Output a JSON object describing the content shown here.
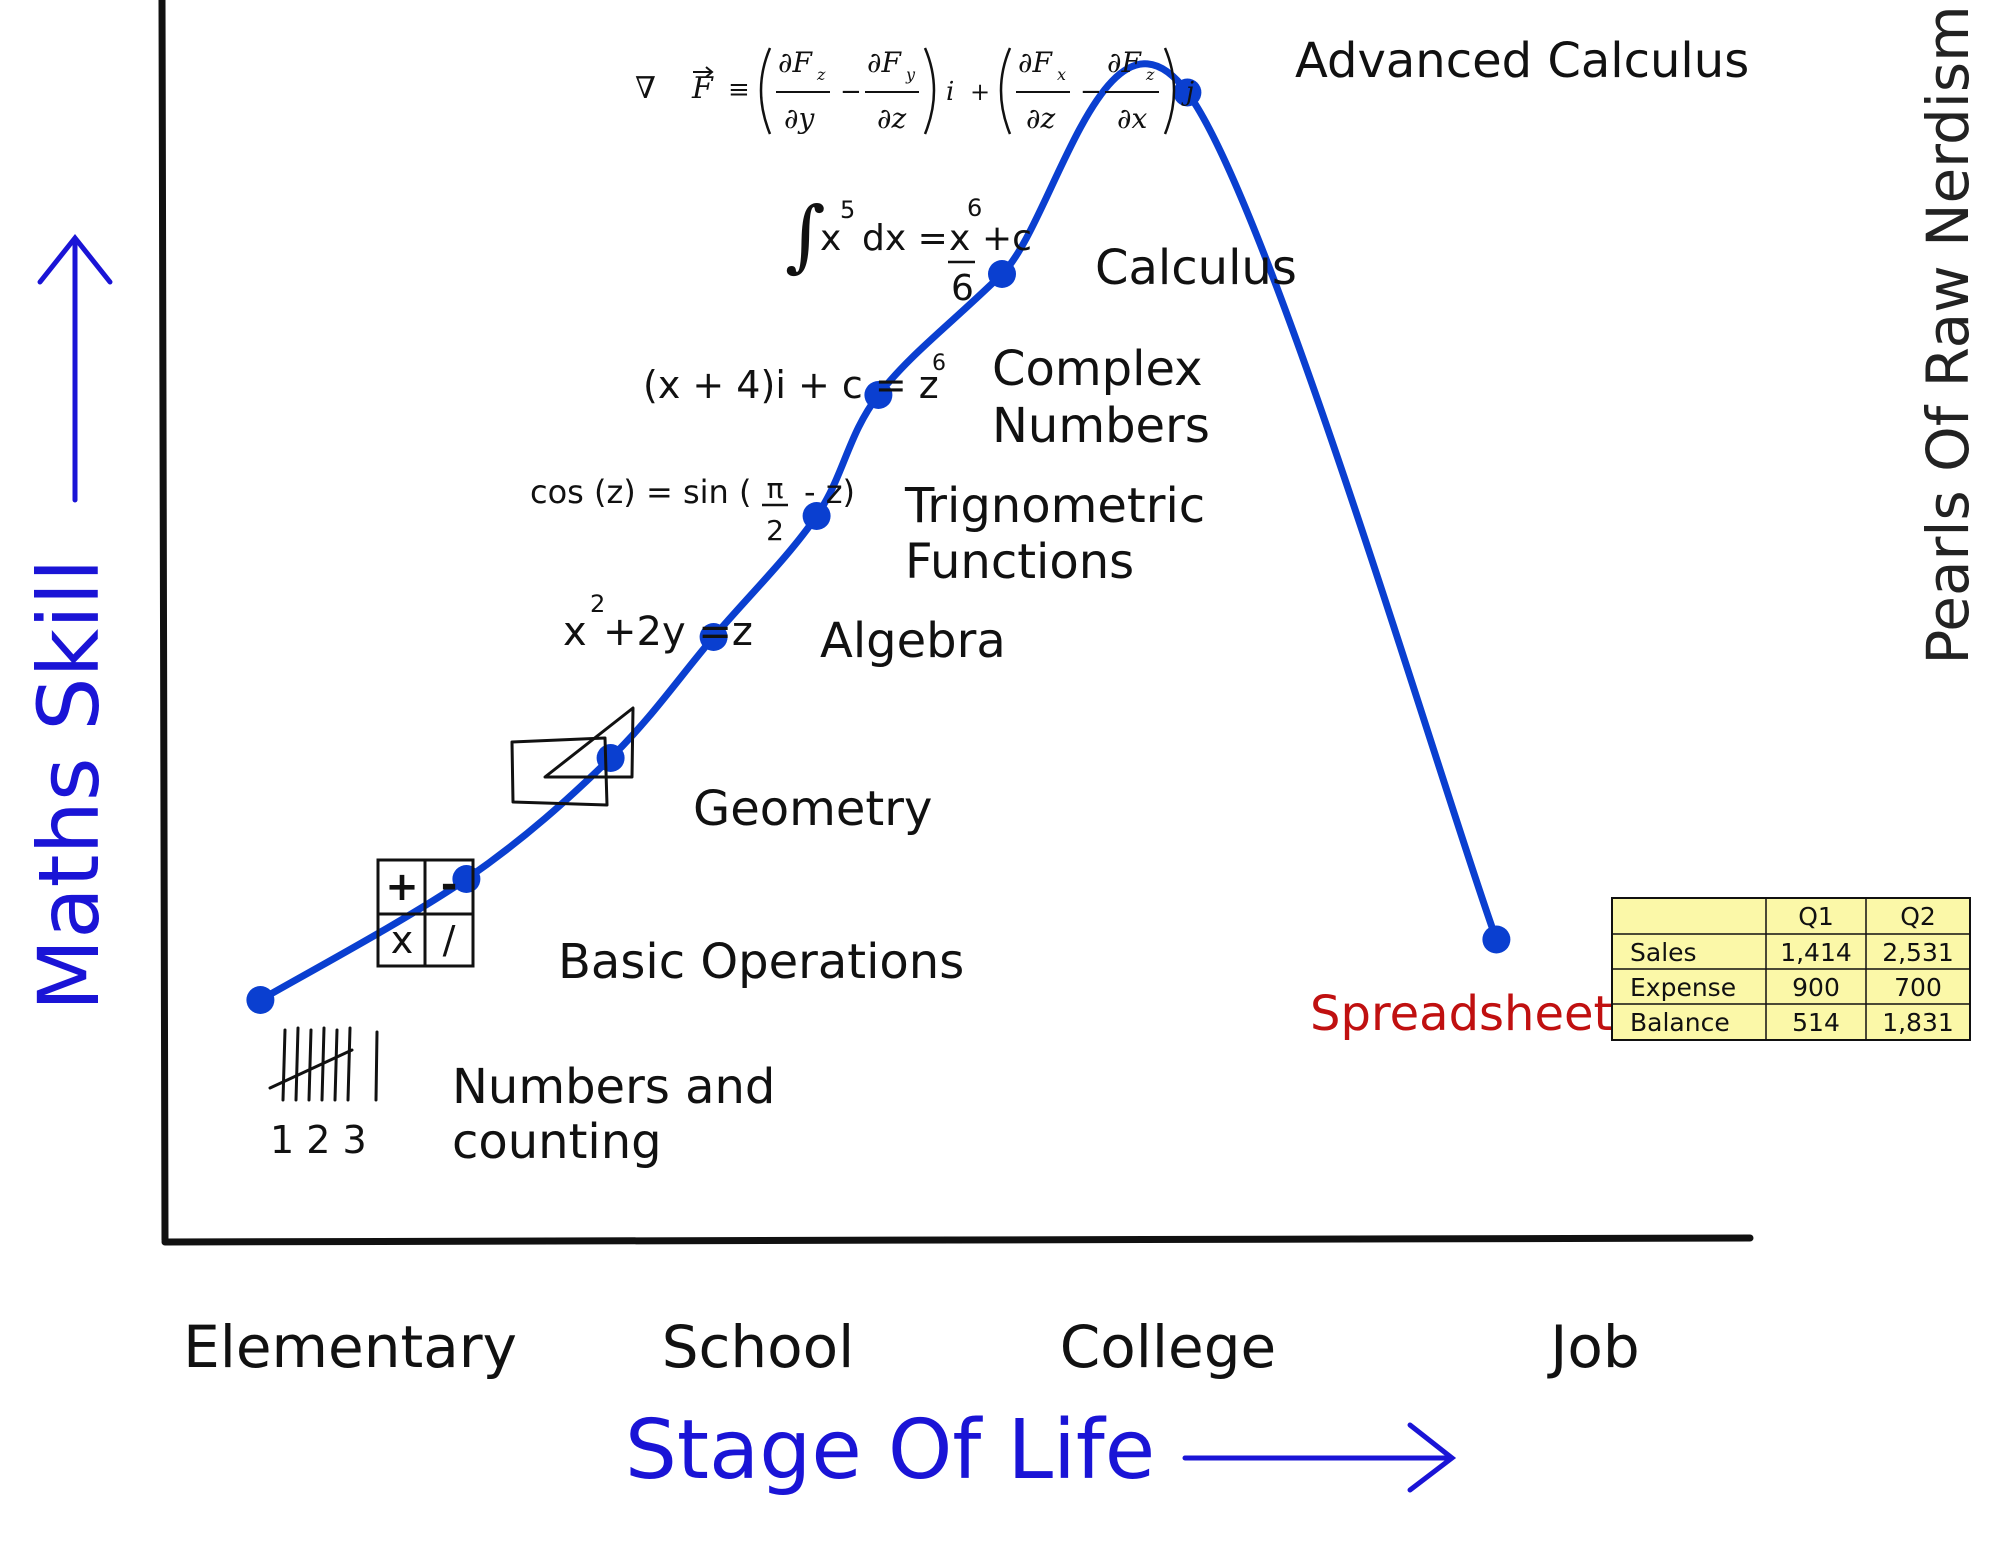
{
  "chart_data": {
    "type": "line",
    "x_axis_label": "Stage Of Life",
    "y_axis_label": "Maths Skill",
    "x_categories": [
      "Elementary",
      "School",
      "College",
      "Job"
    ],
    "grid": false,
    "series": [
      {
        "points": [
          {
            "label": "Numbers and counting",
            "stage": 0.2,
            "skill": 0.2
          },
          {
            "label": "Basic Operations",
            "stage": 0.7,
            "skill": 0.3
          },
          {
            "label": "Geometry",
            "stage": 1.05,
            "skill": 0.4
          },
          {
            "label": "Algebra",
            "stage": 1.3,
            "skill": 0.5
          },
          {
            "label": "Trignometric Functions",
            "stage": 1.55,
            "skill": 0.6
          },
          {
            "label": "Complex Numbers",
            "stage": 1.7,
            "skill": 0.7
          },
          {
            "label": "Calculus",
            "stage": 2.0,
            "skill": 0.8
          },
          {
            "label": "Advanced Calculus",
            "stage": 2.45,
            "skill": 0.95
          },
          {
            "label": "Spreadsheet",
            "stage": 3.2,
            "skill": 0.25
          }
        ]
      }
    ],
    "colors": {
      "curve": "#0a3fd0",
      "axis_label": "#1a14d6",
      "spreadsheet_label": "#c01010",
      "table_fill": "#fbf8a8"
    }
  },
  "labels": {
    "numbers_line1": "Numbers and",
    "numbers_line2": "counting",
    "basic_ops": "Basic Operations",
    "geometry": "Geometry",
    "algebra": "Algebra",
    "trig_line1": "Trignometric",
    "trig_line2": "Functions",
    "complex_line1": "Complex",
    "complex_line2": "Numbers",
    "calculus": "Calculus",
    "advanced": "Advanced Calculus",
    "spreadsheet": "Spreadsheet"
  },
  "formulas": {
    "counting_digits": "1 2 3",
    "ops_plus": "+",
    "ops_minus": "-",
    "ops_times": "x",
    "ops_div": "/",
    "algebra_base": "x",
    "algebra_exp": "2",
    "algebra_rest": "+2y =z",
    "trig_left": "cos (z) = sin (",
    "trig_num": "π",
    "trig_den": "2",
    "trig_right": "- z)",
    "complex_left": "(x + 4)i + c = z",
    "complex_exp": "6",
    "integral_sign": "∫",
    "integral_base": "x",
    "integral_exp": "5",
    "integral_mid": "dx =",
    "integral_num": "x",
    "integral_num_exp": "6",
    "integral_den": "6",
    "integral_plus_c": "+c",
    "curl_nabla": "∇",
    "curl_F": "F",
    "curl_eq": "≡",
    "curl_t1_num": "∂F",
    "curl_t1_sub": "z",
    "curl_t1_den": "∂y",
    "curl_minus": "−",
    "curl_t2_num": "∂F",
    "curl_t2_sub": "y",
    "curl_t2_den": "∂z",
    "curl_i": "i",
    "curl_plus": "+",
    "curl_t3_num": "∂F",
    "curl_t3_sub": "x",
    "curl_t3_den": "∂z",
    "curl_t4_num": "∂F",
    "curl_t4_sub": "z",
    "curl_t4_den": "∂x",
    "curl_j": "j"
  },
  "spreadsheet_table": {
    "header": [
      "",
      "Q1",
      "Q2"
    ],
    "rows": [
      [
        "Sales",
        "1,414",
        "2,531"
      ],
      [
        "Expense",
        "900",
        "700"
      ],
      [
        "Balance",
        "514",
        "1,831"
      ]
    ]
  },
  "watermark": "Pearls Of Raw Nerdism"
}
